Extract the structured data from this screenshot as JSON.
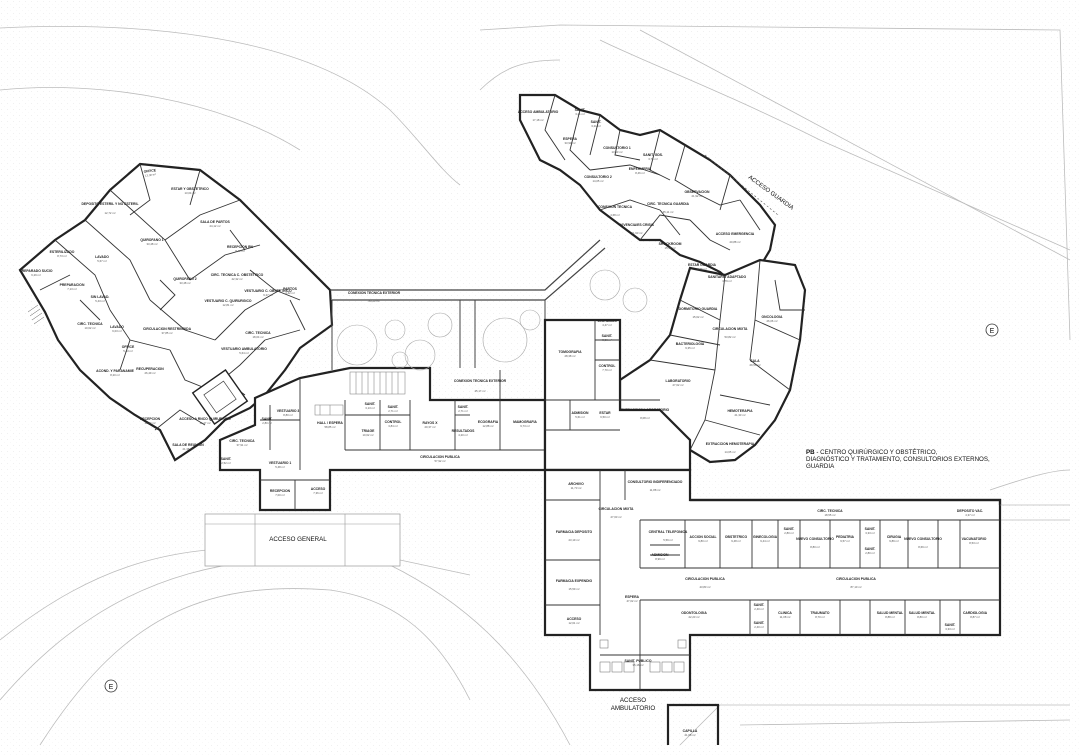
{
  "title": {
    "code": "PB",
    "text": " - CENTRO QUIRÚRGICO Y OBSTÉTRICO,",
    "line2": "DIAGNÓSTICO Y TRATAMIENTO, CONSULTORIOS EXTERNOS,",
    "line3": "GUARDIA"
  },
  "entrances": {
    "general": "ACCESO GENERAL",
    "guardia": "ACCESO GUARDIA",
    "ambulatorio_1": "ACCESO",
    "ambulatorio_2": "AMBULATORIO"
  },
  "markers": [
    "E",
    "E"
  ],
  "rooms": [
    {
      "name": "OFFICE",
      "area": "13,06 m²"
    },
    {
      "name": "DEPOSITO ESTERIL Y NO ESTERIL",
      "area": "12,72 m²"
    },
    {
      "name": "ESTAR Y OBSTETRICO",
      "area": "13,04 m²"
    },
    {
      "name": "SALA DE PARTOS",
      "area": "24,12 m²"
    },
    {
      "name": "QUIROFANO 1",
      "area": "33,48 m²"
    },
    {
      "name": "RECEPCION RN",
      "area": "8,41 m²"
    },
    {
      "name": "ESTERILIZADO",
      "area": "8,73 m²"
    },
    {
      "name": "LAVADO",
      "area": "5,67 m²"
    },
    {
      "name": "PREPARADO SUCIO",
      "area": "6,29 m²"
    },
    {
      "name": "QUIROFANO 2",
      "area": "33,48 m²"
    },
    {
      "name": "CIRC. TECNICA C. OBSTETRICO",
      "area": "42,32 m²"
    },
    {
      "name": "PREPARACION",
      "area": "7,13 m²"
    },
    {
      "name": "VESTUARIO C. OBSTETRICO",
      "area": "9,27 m²"
    },
    {
      "name": "SIN LAVAD.",
      "area": "5,43 m²"
    },
    {
      "name": "VESTUARIO C. QUIRURGICO",
      "area": "12,81 m²"
    },
    {
      "name": "PARTOS",
      "area": "4,42 m²"
    },
    {
      "name": "CIRC. TECNICA",
      "area": "10,62 m²"
    },
    {
      "name": "LAVADO",
      "area": "6,03 m²"
    },
    {
      "name": "CIRCULACION RESTRINGIDA",
      "area": "37,85 m²"
    },
    {
      "name": "CIRC. TECNICA",
      "area": "18,04 m²"
    },
    {
      "name": "OFFICE",
      "area": "5,43 m²"
    },
    {
      "name": "VESTUARIO AMBULATORIO",
      "area": "5,64 m²"
    },
    {
      "name": "ACOND. Y PARANAMIE",
      "area": "8,20 m²"
    },
    {
      "name": "RECUPERACION",
      "area": "26,49 m²"
    },
    {
      "name": "RECEPCION",
      "area": "12,23 m²"
    },
    {
      "name": "ACCESO A RNCO QUIRURGICO",
      "area": "16,47 m²"
    },
    {
      "name": "SALA DE REUNION",
      "area": "21,38 m²"
    },
    {
      "name": "CIRC. TECNICA",
      "area": "37,91 m²"
    },
    {
      "name": "SANIT.",
      "area": "2,80 m²"
    },
    {
      "name": "VESTUARIO 3",
      "area": "8,80 m²"
    },
    {
      "name": "HALL / ESPERA",
      "area": "58,85 m²"
    },
    {
      "name": "SANIT.",
      "area": "2,52 m²"
    },
    {
      "name": "VESTUARIO 1",
      "area": "5,48 m²"
    },
    {
      "name": "RECEPCION",
      "area": "7,00 m²"
    },
    {
      "name": "ACCESO",
      "area": "7,36 m²"
    },
    {
      "name": "CONEXION TECNICA EXTERIOR",
      "area": "89,20 m²"
    },
    {
      "name": "SANIT.",
      "area": "3,13 m²"
    },
    {
      "name": "SANIT.",
      "area": "2,71 m²"
    },
    {
      "name": "TRIAGE",
      "area": "10,62 m²"
    },
    {
      "name": "CONTROL",
      "area": "3,84 m²"
    },
    {
      "name": "RAYOS X",
      "area": "20,37 m²"
    },
    {
      "name": "SANIT.",
      "area": "2,71 m²"
    },
    {
      "name": "ECOGRAFIA",
      "area": "12,88 m²"
    },
    {
      "name": "RESULTADOS",
      "area": "4,20 m²"
    },
    {
      "name": "MAMOGRAFIA",
      "area": "9,73 m²"
    },
    {
      "name": "CONEXION TECNICA EXTERIOR",
      "area": "45,17 m²"
    },
    {
      "name": "CIRCULACION PUBLICA",
      "area": "57,92 m²"
    },
    {
      "name": "TOMOGRAFIA",
      "area": "28,38 m²"
    },
    {
      "name": "VESTUARIO",
      "area": "4,47 m²"
    },
    {
      "name": "SANIT.",
      "area": "3,06 m²"
    },
    {
      "name": "CONTROL",
      "area": "7,70 m²"
    },
    {
      "name": "ADMISION",
      "area": "5,61 m²"
    },
    {
      "name": "ESTAR",
      "area": "6,50 m²"
    },
    {
      "name": "EXTRACCION LABORATORIO",
      "area": "8,08 m²"
    },
    {
      "name": "ACCESO AMBULATORIO",
      "area": "17,18 m²"
    },
    {
      "name": "SANIT.",
      "area": "3,21 m²"
    },
    {
      "name": "SANIT.",
      "area": "3,21 m²"
    },
    {
      "name": "ESPERA",
      "area": "33,93 m²"
    },
    {
      "name": "CONSULTORIO 1",
      "area": "13,93 m²"
    },
    {
      "name": "SANIT. GDS.",
      "area": "3,75 m²"
    },
    {
      "name": "ENFERMERIA",
      "area": "8,46 m²"
    },
    {
      "name": "CONSULTORIO 2",
      "area": "14,05 m²"
    },
    {
      "name": "OBSERVACION",
      "area": "21,92 m²"
    },
    {
      "name": "CONEXION TECNICA",
      "area": "4,68 m²"
    },
    {
      "name": "CIRC. TECNICA GUARDIA",
      "area": "35,11 m²"
    },
    {
      "name": "VIVENCIA/ES CRISIS",
      "area": "11,93 m²"
    },
    {
      "name": "ACCESO EMERGENCIA",
      "area": "20,88 m²"
    },
    {
      "name": "SHOCKROOM",
      "area": "15,91 m²"
    },
    {
      "name": "ESTAR GUARDIA",
      "area": "6,65 m²"
    },
    {
      "name": "SANITARIO ADAPTADO",
      "area": "3,79 m²"
    },
    {
      "name": "DORMITORIO GUARDIA",
      "area": "15,62 m²"
    },
    {
      "name": "CIRCULACION MIXTA",
      "area": "53,82 m²"
    },
    {
      "name": "ONCOLOGIA",
      "area": "26,06 m²"
    },
    {
      "name": "BACTERIOLOGIA",
      "area": "9,35 m²"
    },
    {
      "name": "SALA",
      "area": "29,56 m²"
    },
    {
      "name": "LABORATORIO",
      "area": "27,62 m²"
    },
    {
      "name": "HEMOTERAPIA",
      "area": "21,33 m²"
    },
    {
      "name": "EXTRACCION HEMOTERAPIA",
      "area": "14,65 m²"
    },
    {
      "name": "ARCHIVO",
      "area": "11,73 m²"
    },
    {
      "name": "CONSULTORIO INDIFERENCIADO",
      "area": "11,88 m²"
    },
    {
      "name": "CIRCULACION MIXTA",
      "area": "27,63 m²"
    },
    {
      "name": "FARMACIA DEPOSITO",
      "area": "23,19 m²"
    },
    {
      "name": "CENTRAL TELEFONICA",
      "area": "5,59 m²"
    },
    {
      "name": "ADMISION",
      "area": "8,99 m²"
    },
    {
      "name": "ACCION SOCIAL",
      "area": "9,80 m²"
    },
    {
      "name": "OBSTETRICO",
      "area": "9,48 m²"
    },
    {
      "name": "GINECOLOGIA",
      "area": "9,44 m²"
    },
    {
      "name": "SANIT.",
      "area": "2,80 m²"
    },
    {
      "name": "NUEVO CONSULTORIO",
      "area": "8,80 m²"
    },
    {
      "name": "PEDIATRIA",
      "area": "9,57 m²"
    },
    {
      "name": "SANIT.",
      "area": "3,33 m²"
    },
    {
      "name": "SANIT.",
      "area": "2,80 m²"
    },
    {
      "name": "CIRUGIA",
      "area": "9,89 m²"
    },
    {
      "name": "NUEVO CONSULTORIO",
      "area": "8,69 m²"
    },
    {
      "name": "DEPOSITO VAC.",
      "area": "4,37 m²"
    },
    {
      "name": "VACUNATORIO",
      "area": "8,53 m²"
    },
    {
      "name": "CIRC. TECNICA",
      "area": "18,55 m²"
    },
    {
      "name": "FARMACIA EXPENDIO",
      "area": "15,59 m²"
    },
    {
      "name": "CIRCULACION PUBLICA",
      "area": "43,83 m²"
    },
    {
      "name": "CIRCULACION PUBLICA",
      "area": "87,10 m²"
    },
    {
      "name": "ESPERA",
      "area": "47,02 m²"
    },
    {
      "name": "ODONTOLOGIA",
      "area": "22,23 m²"
    },
    {
      "name": "SANIT.",
      "area": "2,40 m²"
    },
    {
      "name": "CLINICA",
      "area": "11,08 m²"
    },
    {
      "name": "TRAUMATO",
      "area": "8,70 m²"
    },
    {
      "name": "SALUD MENTAL",
      "area": "8,88 m²"
    },
    {
      "name": "SALUD MENTAL",
      "area": "8,80 m²"
    },
    {
      "name": "CARDIOLOGIA",
      "area": "8,87 m²"
    },
    {
      "name": "SANIT.",
      "area": "3,33 m²"
    },
    {
      "name": "SANIT.",
      "area": "2,40 m²"
    },
    {
      "name": "ACCESO",
      "area": "12,61 m²"
    },
    {
      "name": "SANIT. PUBLICO",
      "area": "35,16 m²"
    },
    {
      "name": "CAPILLA",
      "area": "21,68 m²"
    }
  ]
}
